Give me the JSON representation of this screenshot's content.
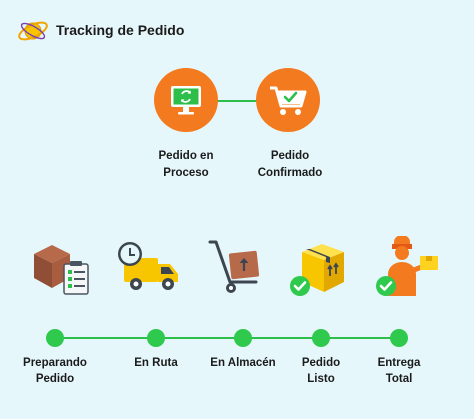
{
  "header": {
    "title": "Tracking de Pedido",
    "logo_icon": "globe-orbit-logo"
  },
  "top_statuses": [
    {
      "line1": "Pedido en",
      "line2": "Proceso",
      "icon": "monitor-refresh-icon"
    },
    {
      "line1": "Pedido",
      "line2": "Confirmado",
      "icon": "cart-check-icon"
    }
  ],
  "steps": [
    {
      "line1": "Preparando",
      "line2": "Pedido",
      "icon": "box-clipboard-icon",
      "completed": false
    },
    {
      "line1": "En Ruta",
      "line2": "",
      "icon": "delivery-truck-clock-icon",
      "completed": false
    },
    {
      "line1": "En Almacén",
      "line2": "",
      "icon": "hand-truck-box-icon",
      "completed": false
    },
    {
      "line1": "Pedido",
      "line2": "Listo",
      "icon": "package-ready-icon",
      "completed": true
    },
    {
      "line1": "Entrega",
      "line2": "Total",
      "icon": "delivery-person-icon",
      "completed": true
    }
  ],
  "colors": {
    "accent": "#f37a1f",
    "success": "#2ec94d",
    "background": "#e6f7fb"
  }
}
